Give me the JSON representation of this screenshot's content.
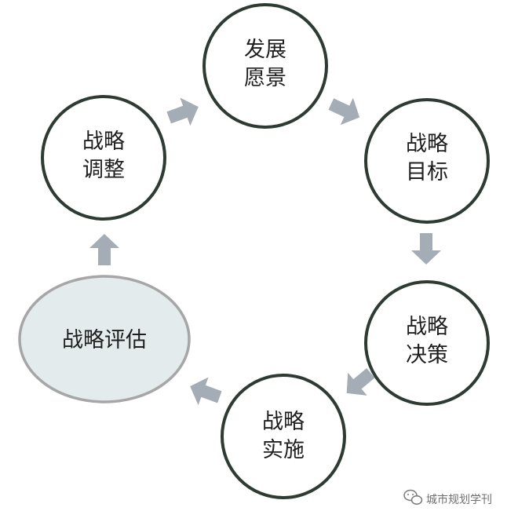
{
  "diagram": {
    "nodes": {
      "vision": {
        "line1": "发展",
        "line2": "愿景"
      },
      "goals": {
        "line1": "战略",
        "line2": "目标"
      },
      "decision": {
        "line1": "战略",
        "line2": "决策"
      },
      "implementation": {
        "line1": "战略",
        "line2": "实施"
      },
      "evaluation": {
        "label": "战略评估"
      },
      "adjustment": {
        "line1": "战略",
        "line2": "调整"
      }
    }
  },
  "watermark": {
    "text": "城市规划学刊"
  },
  "colors": {
    "circle_stroke": "#2d3b33",
    "evaluation_fill": "#e3ebec",
    "evaluation_stroke": "#a6a6a6",
    "arrow": "#a4acb6"
  }
}
